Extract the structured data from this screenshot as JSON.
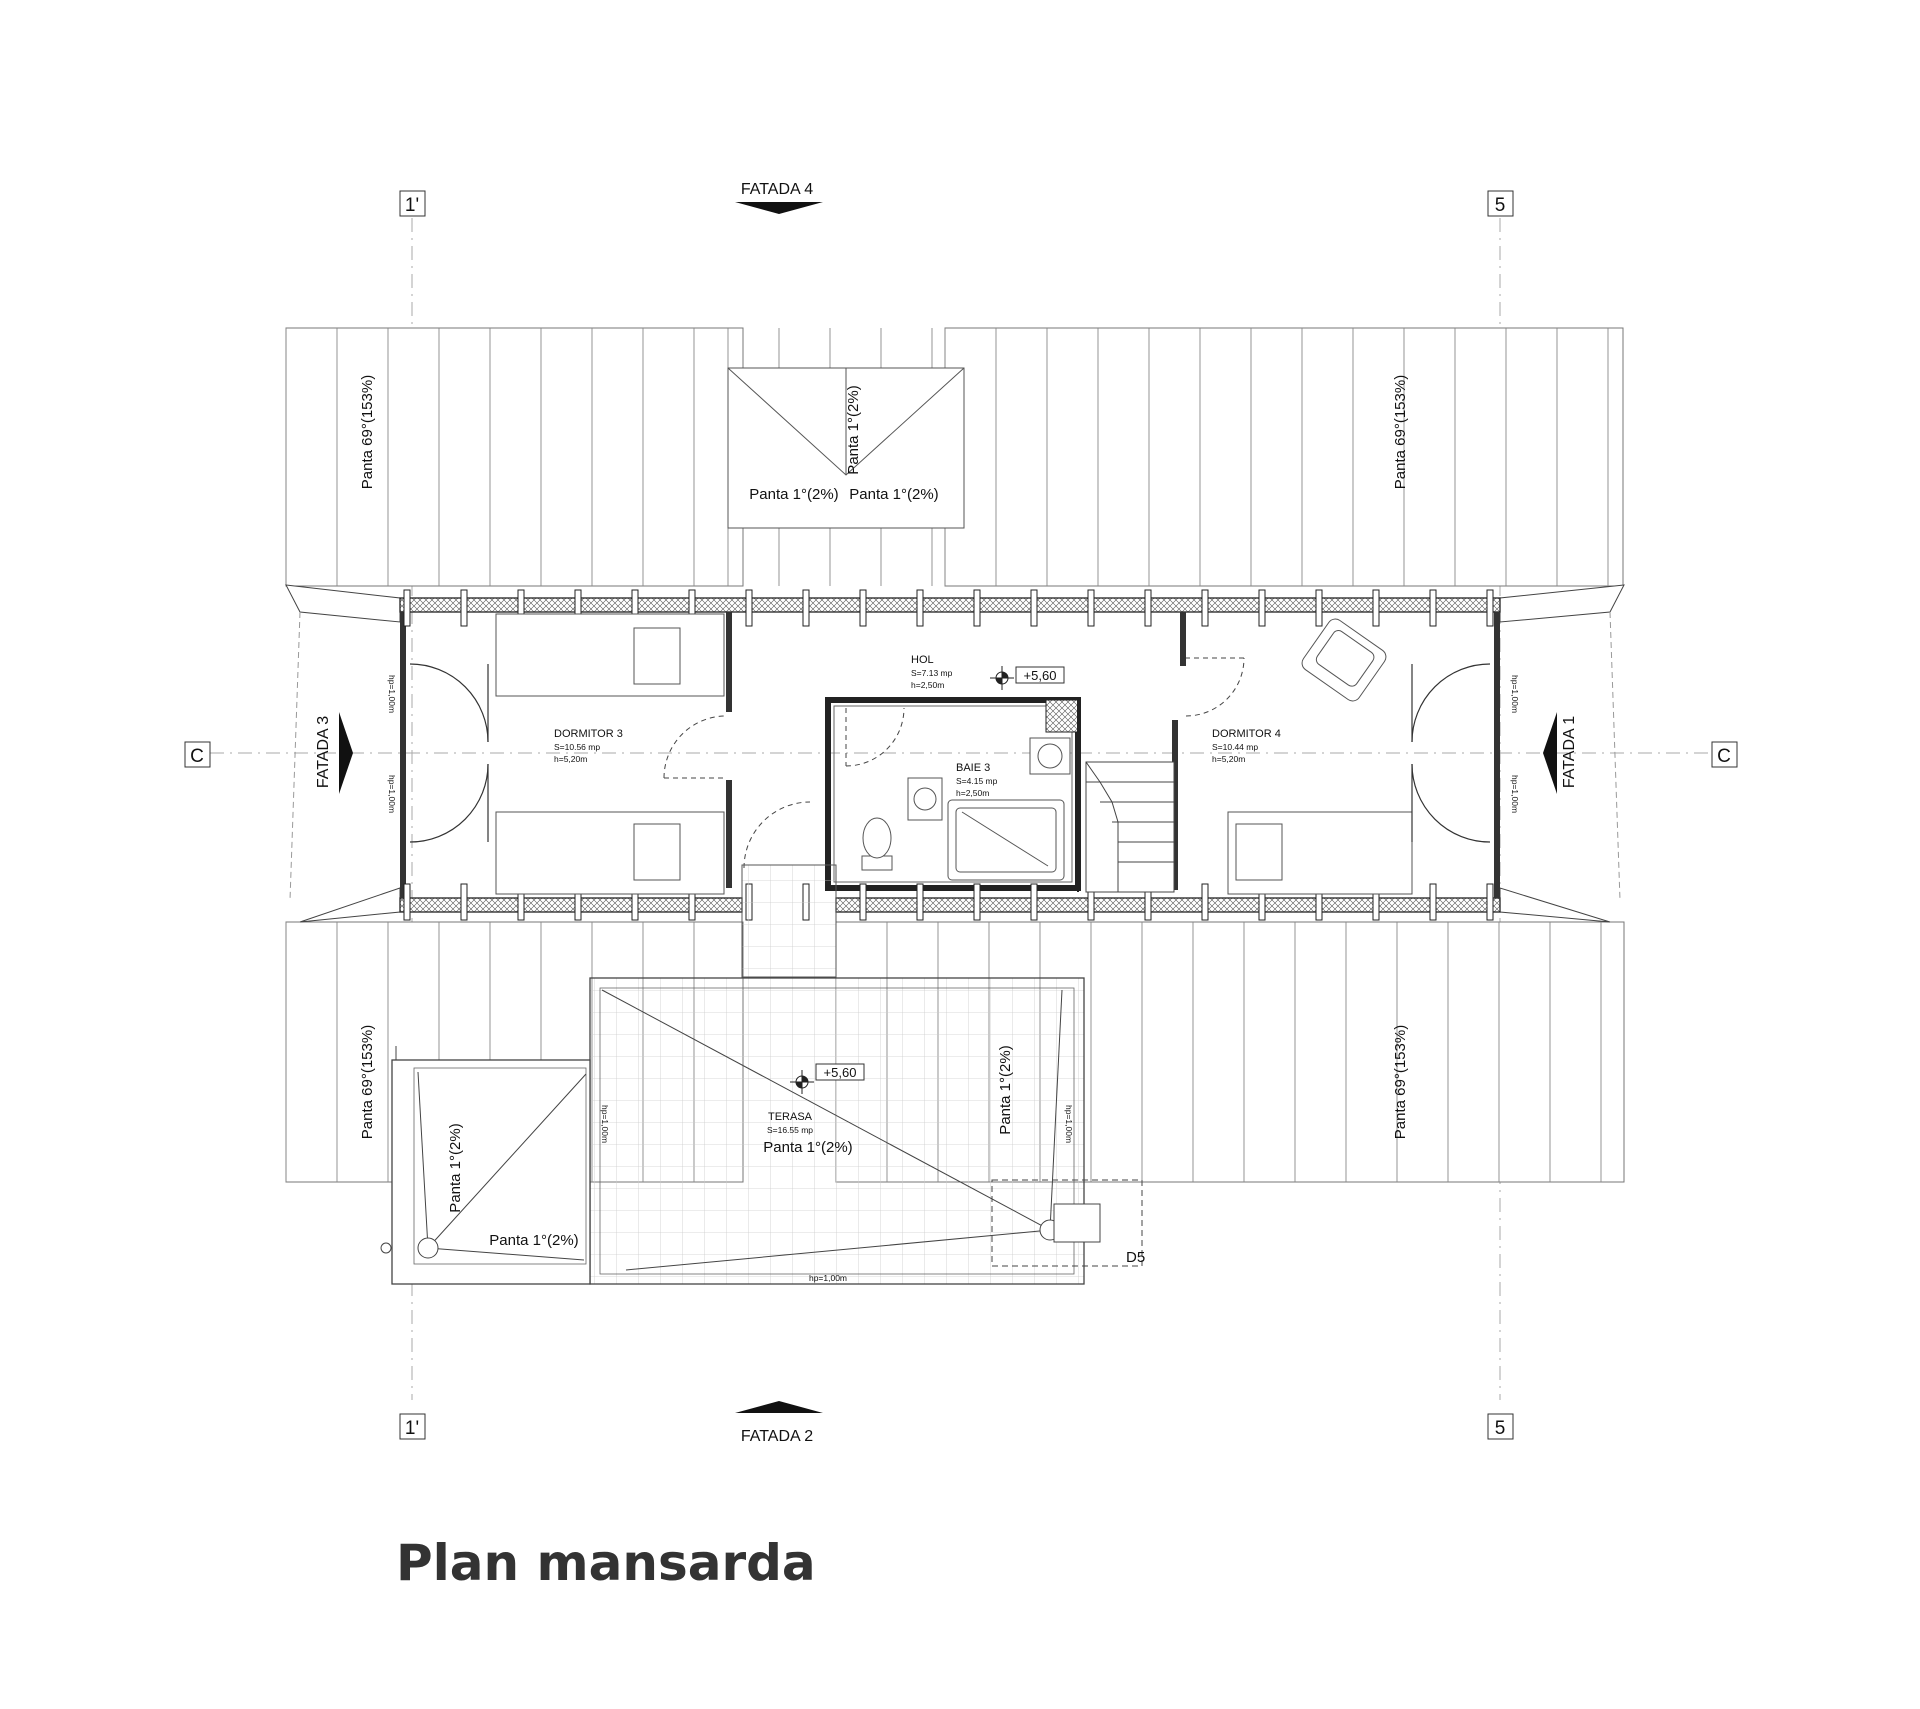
{
  "title": "Plan mansarda",
  "facades": {
    "top": "FATADA 4",
    "bottom": "FATADA 2",
    "left": "FATADA 3",
    "right": "FATADA 1"
  },
  "axes": {
    "top_left": "1'",
    "top_right": "5",
    "bottom_left": "1'",
    "bottom_right": "5",
    "section_left": "C",
    "section_right": "C"
  },
  "slopes": {
    "roof_nw": "Panta 69°(153%)",
    "roof_ne": "Panta 69°(153%)",
    "roof_sw": "Panta 69°(153%)",
    "roof_se": "Panta 69°(153%)",
    "dormer_vertical": "Panta 1°(2%)",
    "dormer_left": "Panta 1°(2%)",
    "dormer_right": "Panta 1°(2%)",
    "terrace_main": "Panta 1°(2%)",
    "terrace_vertical": "Panta 1°(2%)",
    "balcony_vertical": "Panta 1°(2%)",
    "balcony_horizontal": "Panta 1°(2%)"
  },
  "rooms": {
    "hol": {
      "name": "HOL",
      "area": "S=7.13 mp",
      "height": "h=2,50m"
    },
    "dormitor3": {
      "name": "DORMITOR 3",
      "area": "S=10.56 mp",
      "height": "h=5,20m"
    },
    "dormitor4": {
      "name": "DORMITOR 4",
      "area": "S=10.44 mp",
      "height": "h=5,20m"
    },
    "baie3": {
      "name": "BAIE 3",
      "area": "S=4.15 mp",
      "height": "h=2,50m"
    },
    "terasa": {
      "name": "TERASA",
      "area": "S=16.55 mp"
    }
  },
  "levels": {
    "hol": "+5,60",
    "terasa": "+5,60"
  },
  "parapet": {
    "left_top": "hp=1,00m",
    "left_bottom": "hp=1,00m",
    "right_top": "hp=1,00m",
    "right_bottom": "hp=1,00m",
    "terrace_left": "hp=1,00m",
    "terrace_right": "hp=1,00m",
    "terrace_bottom": "hp=1,00m"
  },
  "detail": "D5"
}
